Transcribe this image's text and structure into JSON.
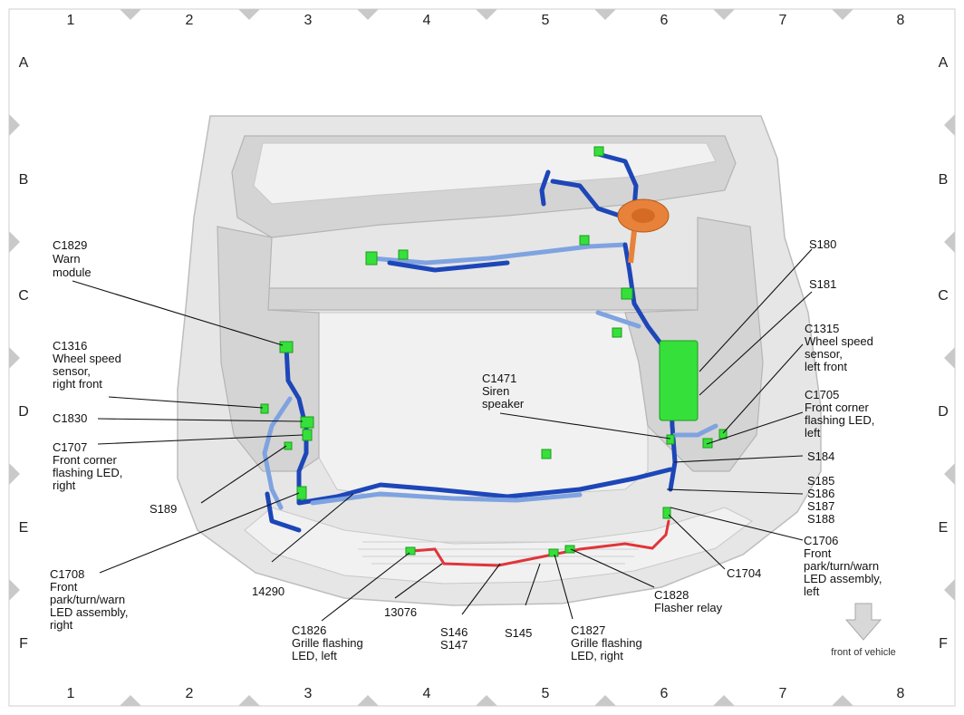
{
  "grid": {
    "columns": [
      "1",
      "2",
      "3",
      "4",
      "5",
      "6",
      "7",
      "8"
    ],
    "rows": [
      "A",
      "B",
      "C",
      "D",
      "E",
      "F"
    ]
  },
  "callouts": {
    "c1829": [
      "C1829",
      "Warn",
      "module"
    ],
    "c1316": [
      "C1316",
      "Wheel speed",
      "sensor,",
      "right front"
    ],
    "c1830": [
      "C1830"
    ],
    "c1707": [
      "C1707",
      "Front corner",
      "flashing LED,",
      "right"
    ],
    "s189": [
      "S189"
    ],
    "c1708": [
      "C1708",
      "Front",
      "park/turn/warn",
      "LED assembly,",
      "right"
    ],
    "n14290": [
      "14290"
    ],
    "c1826": [
      "C1826",
      "Grille flashing",
      "LED, left"
    ],
    "n13076": [
      "13076"
    ],
    "s146": [
      "S146",
      "S147"
    ],
    "s145": [
      "S145"
    ],
    "c1827": [
      "C1827",
      "Grille flashing",
      "LED, right"
    ],
    "c1828": [
      "C1828",
      "Flasher relay"
    ],
    "c1704": [
      "C1704"
    ],
    "c1706": [
      "C1706",
      "Front",
      "park/turn/warn",
      "LED assembly,",
      "left"
    ],
    "s185": [
      "S185",
      "S186",
      "S187",
      "S188"
    ],
    "s184": [
      "S184"
    ],
    "c1705": [
      "C1705",
      "Front corner",
      "flashing LED,",
      "left"
    ],
    "c1315": [
      "C1315",
      "Wheel speed",
      "sensor,",
      "left front"
    ],
    "s181": [
      "S181"
    ],
    "s180": [
      "S180"
    ],
    "c1471": [
      "C1471",
      "Siren",
      "speaker"
    ]
  },
  "orientation": {
    "label": "front of vehicle",
    "icon": "down-arrow-icon"
  },
  "colors": {
    "harness_dark": "#1d46b8",
    "harness_light": "#7fa3e0",
    "harness_red": "#e0353a",
    "connector": "#36e03a",
    "grommet": "#e8823a"
  }
}
